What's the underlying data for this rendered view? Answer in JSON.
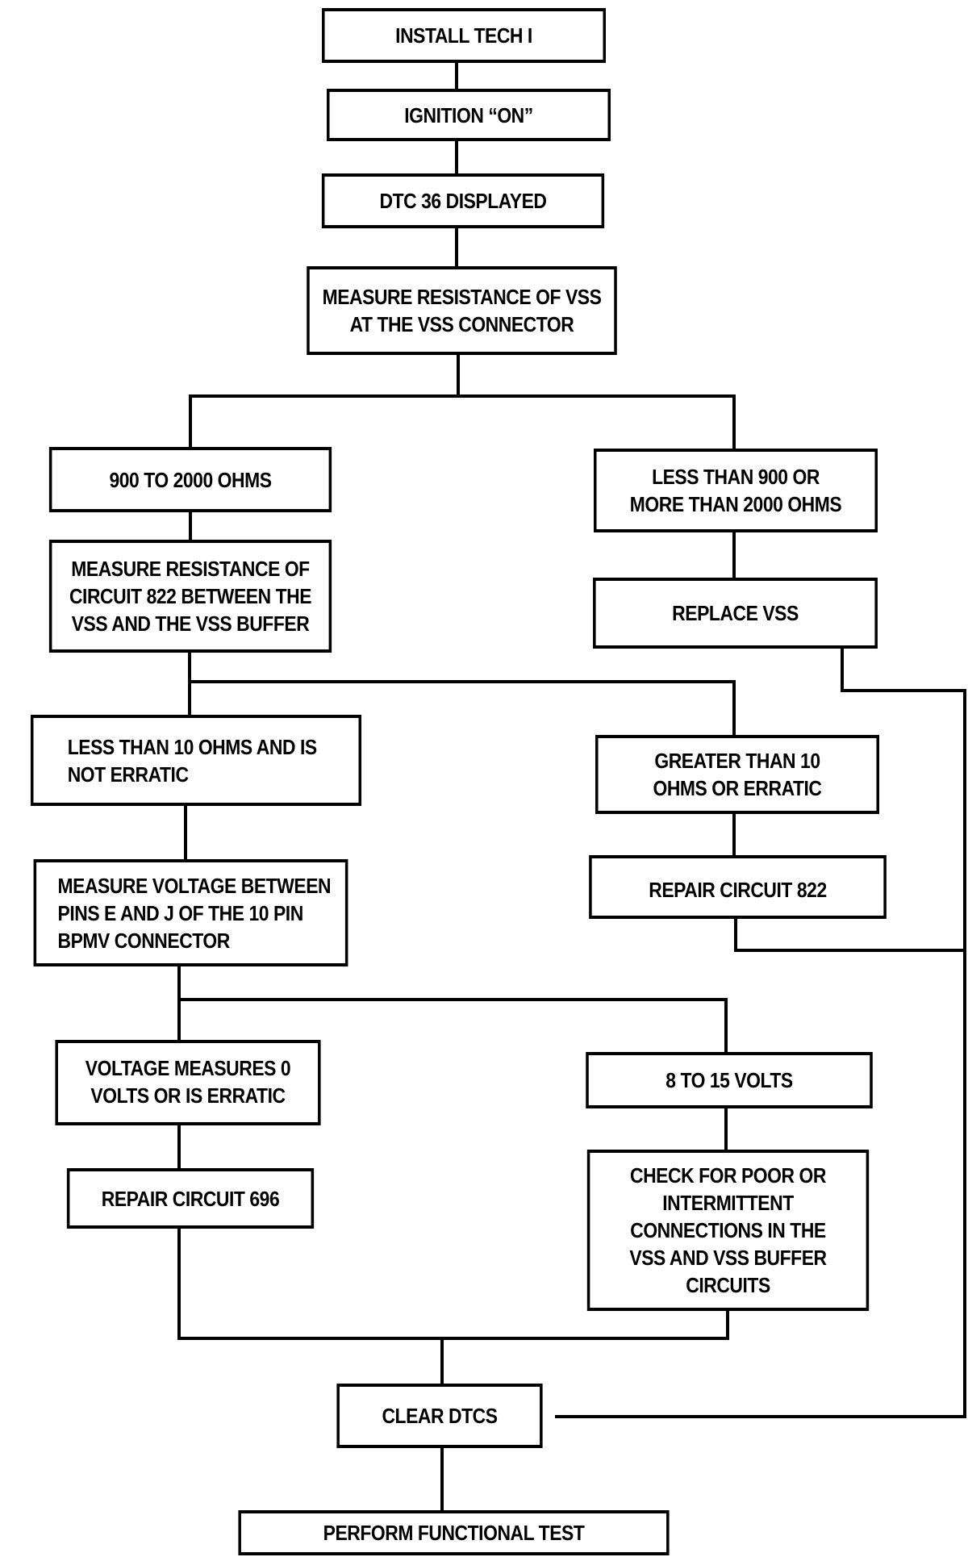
{
  "diagram": {
    "type": "flowchart",
    "nodes": [
      {
        "id": "install_tech",
        "label": "INSTALL TECH I"
      },
      {
        "id": "ignition_on",
        "label": "IGNITION “ON”"
      },
      {
        "id": "dtc36",
        "label": "DTC 36 DISPLAYED"
      },
      {
        "id": "measure_vss",
        "label": "MEASURE RESISTANCE OF VSS\nAT THE VSS CONNECTOR"
      },
      {
        "id": "ohms_ok",
        "label": "900 TO 2000 OHMS"
      },
      {
        "id": "ohms_bad",
        "label": "LESS THAN 900 OR\nMORE THAN 2000 OHMS"
      },
      {
        "id": "measure_822",
        "label": "MEASURE RESISTANCE OF\nCIRCUIT 822 BETWEEN THE\nVSS AND THE VSS BUFFER"
      },
      {
        "id": "replace_vss",
        "label": "REPLACE VSS"
      },
      {
        "id": "lt10",
        "label": "LESS THAN 10 OHMS AND IS\nNOT ERRATIC"
      },
      {
        "id": "gt10",
        "label": "GREATER THAN 10\nOHMS OR ERRATIC"
      },
      {
        "id": "measure_voltage",
        "label": "MEASURE VOLTAGE BETWEEN\nPINS E AND J OF THE 10 PIN\nBPMV CONNECTOR"
      },
      {
        "id": "repair_822",
        "label": "REPAIR CIRCUIT 822"
      },
      {
        "id": "volt_0",
        "label": "VOLTAGE MEASURES 0\nVOLTS OR IS ERRATIC"
      },
      {
        "id": "volt_8_15",
        "label": "8 TO 15 VOLTS"
      },
      {
        "id": "repair_696",
        "label": "REPAIR CIRCUIT 696"
      },
      {
        "id": "check_poor",
        "label": "CHECK FOR POOR OR\nINTERMITTENT\nCONNECTIONS IN THE\nVSS AND VSS BUFFER\nCIRCUITS"
      },
      {
        "id": "clear_dtcs",
        "label": "CLEAR DTCS"
      },
      {
        "id": "functional_test",
        "label": "PERFORM FUNCTIONAL TEST"
      }
    ],
    "edges": [
      [
        "install_tech",
        "ignition_on"
      ],
      [
        "ignition_on",
        "dtc36"
      ],
      [
        "dtc36",
        "measure_vss"
      ],
      [
        "measure_vss",
        "ohms_ok"
      ],
      [
        "measure_vss",
        "ohms_bad"
      ],
      [
        "ohms_ok",
        "measure_822"
      ],
      [
        "ohms_bad",
        "replace_vss"
      ],
      [
        "replace_vss",
        "clear_dtcs"
      ],
      [
        "measure_822",
        "lt10"
      ],
      [
        "measure_822",
        "gt10"
      ],
      [
        "lt10",
        "measure_voltage"
      ],
      [
        "gt10",
        "repair_822"
      ],
      [
        "repair_822",
        "clear_dtcs"
      ],
      [
        "measure_voltage",
        "volt_0"
      ],
      [
        "measure_voltage",
        "volt_8_15"
      ],
      [
        "volt_0",
        "repair_696"
      ],
      [
        "volt_8_15",
        "check_poor"
      ],
      [
        "repair_696",
        "clear_dtcs"
      ],
      [
        "check_poor",
        "clear_dtcs"
      ],
      [
        "clear_dtcs",
        "functional_test"
      ]
    ]
  }
}
